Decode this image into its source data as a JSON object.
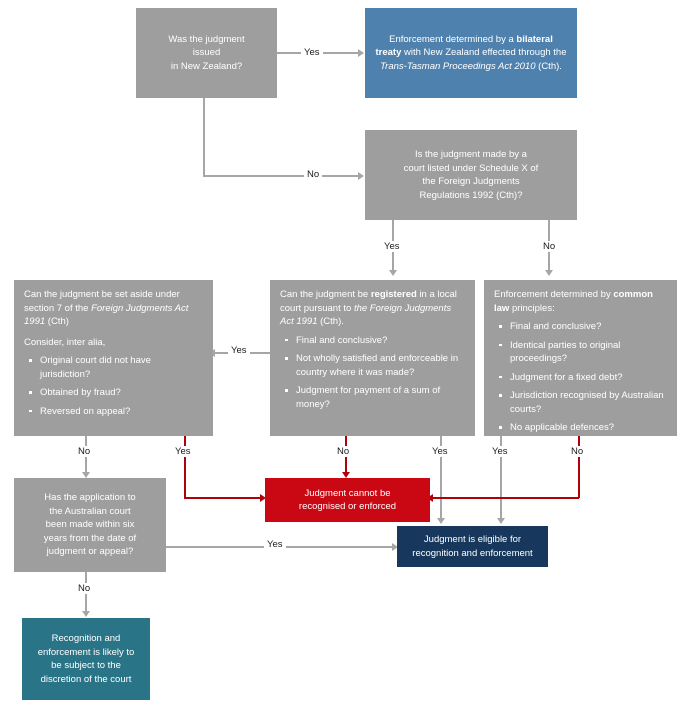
{
  "diagram": {
    "title": "Enforcement of foreign judgments in Australia decision flowchart",
    "colors": {
      "gray": "#9e9e9e",
      "blue": "#4f81ae",
      "navy": "#17385c",
      "teal": "#2a7487",
      "red": "#ca0813",
      "connector_gray": "#a6a6a6",
      "connector_red": "#b00008"
    },
    "nodes": {
      "nz_question": {
        "line1": "Was the judgment",
        "line2": "issued",
        "line3": "in New Zealand?"
      },
      "bilateral_treaty": {
        "t1": "Enforcement determined by a ",
        "t2": "bilateral treaty",
        "t3": " with New Zealand effected through the ",
        "t4": "Trans-Tasman Proceedings Act 2010",
        "t5": " (Cth)."
      },
      "schedule_x": {
        "line1": "Is the judgment made by a",
        "line2": "court listed under Schedule X of",
        "line3": "the Foreign Judgments",
        "line4": "Regulations 1992 (Cth)?"
      },
      "set_aside": {
        "t1": "Can the judgment be set aside under section 7 of the ",
        "t2": "Foreign Judgments Act 1991",
        "t3": " (Cth)",
        "t4": "Consider, inter alia,",
        "bullets": [
          "Original court did not have jurisdiction?",
          "Obtained by fraud?",
          "Reversed on appeal?"
        ]
      },
      "registered": {
        "t1": "Can the judgment be ",
        "t2": "registered",
        "t3": " in a local court pursuant to ",
        "t4": "the Foreign Judgments Act 1991",
        "t5": " (Cth).",
        "bullets": [
          "Final and conclusive?",
          "Not wholly satisfied and enforceable in country where it was made?",
          "Judgment for payment of a sum of money?"
        ]
      },
      "common_law": {
        "t1": "Enforcement determined by ",
        "t2": "common law",
        "t3": " principles:",
        "bullets": [
          "Final and conclusive?",
          "Identical parties to original proceedings?",
          "Judgment for a fixed debt?",
          "Jurisdiction recognised by Australian courts?",
          "No applicable defences?"
        ]
      },
      "six_years": {
        "line1": "Has the application to",
        "line2": "the Australian court",
        "line3": "been made within six",
        "line4": "years from the date of",
        "line5": "judgment or appeal?"
      },
      "cannot_enforce": {
        "line1": "Judgment cannot be",
        "line2": "recognised or enforced"
      },
      "eligible": {
        "line1": "Judgment is eligible for",
        "line2": "recognition and enforcement"
      },
      "discretion": {
        "line1": "Recognition and",
        "line2": "enforcement is likely to",
        "line3": "be subject to the",
        "line4": "discretion of the court"
      }
    },
    "edge_labels": {
      "nz_yes": "Yes",
      "nz_no": "No",
      "schedule_yes": "Yes",
      "schedule_no": "No",
      "registered_to_setaside_yes": "Yes",
      "setaside_no": "No",
      "setaside_yes": "Yes",
      "registered_no": "No",
      "registered_yes": "Yes",
      "commonlaw_yes": "Yes",
      "commonlaw_no": "No",
      "sixyears_yes": "Yes",
      "sixyears_no": "No"
    }
  }
}
